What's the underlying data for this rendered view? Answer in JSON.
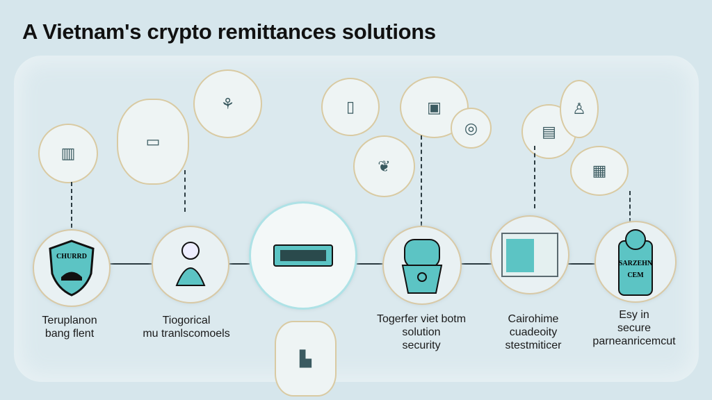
{
  "title": "A Vietnam's crypto remittances solutions",
  "colors": {
    "accent": "#5cc4c4",
    "line": "#2a3a40",
    "background": "#d6e6ec"
  },
  "steps": [
    {
      "label_lines": [
        "Teruplanon",
        "bang flent"
      ],
      "icon": "shield-icon",
      "icon_text": "CHURRD"
    },
    {
      "label_lines": [
        "Tiogorical",
        "mu tranlscomoels"
      ],
      "icon": "person-icon"
    },
    {
      "label_lines": [],
      "icon": "crypto-device-icon"
    },
    {
      "label_lines": [
        "Togerfer viet botm",
        "solution",
        "security"
      ],
      "icon": "robot-icon"
    },
    {
      "label_lines": [
        "Cairohime",
        "cuadeoity",
        "stestmiticer"
      ],
      "icon": "monitor-icon"
    },
    {
      "label_lines": [
        "Esy in",
        "secure",
        "parneanricemcut"
      ],
      "icon": "mascot-icon",
      "icon_text_lines": [
        "SARZEHN",
        "CEM"
      ]
    }
  ]
}
